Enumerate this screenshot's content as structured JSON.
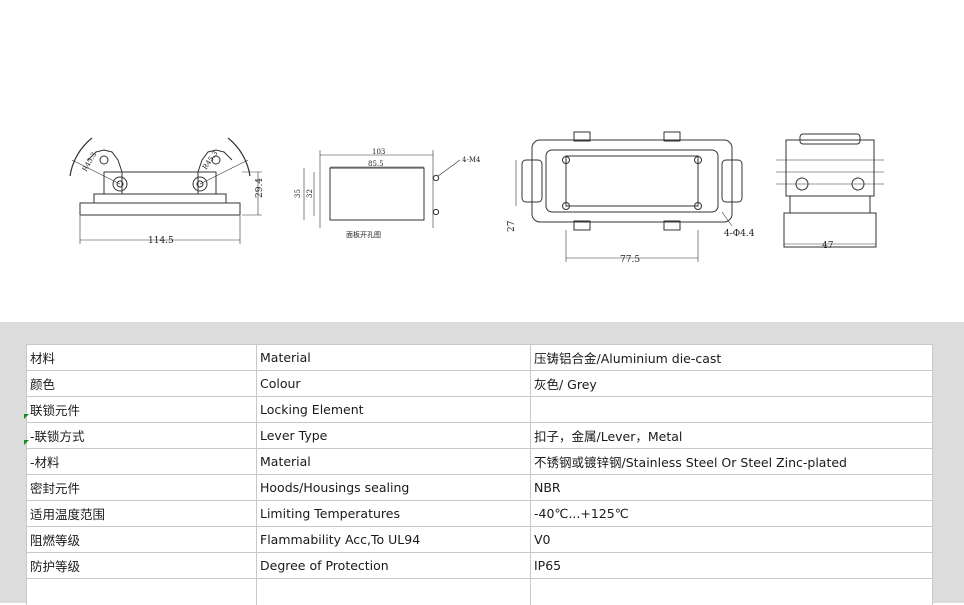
{
  "drawing": {
    "dims": {
      "front_width": "114.5",
      "front_height": "29.4",
      "radius_left": "R45.3",
      "radius_right": "R45.3",
      "panel_width_outer": "103",
      "panel_width_inner": "85.5",
      "panel_height_outer": "35",
      "panel_height_inner": "32",
      "panel_holes": "4-M4",
      "panel_caption": "面板开孔图",
      "top_height": "27",
      "top_width": "77.5",
      "top_holes": "4-Φ4.4",
      "side_width": "47"
    }
  },
  "spec_table": {
    "rows": [
      {
        "cn": "材料",
        "en": "Material",
        "value": "压铸铝合金/Aluminium die-cast",
        "marker": false
      },
      {
        "cn": "颜色",
        "en": "Colour",
        "value": "灰色/ Grey",
        "marker": false
      },
      {
        "cn": "联锁元件",
        "en": "Locking Element",
        "value": "",
        "marker": false
      },
      {
        "cn": " -联锁方式",
        "en": "Lever Type",
        "value": "扣子，金属/Lever，Metal",
        "marker": true
      },
      {
        "cn": " -材料",
        "en": "Material",
        "value": "不锈钢或镀锌钢/Stainless Steel Or Steel Zinc-plated",
        "marker": true
      },
      {
        "cn": "密封元件",
        "en": "Hoods/Housings sealing",
        "value": "NBR",
        "marker": false
      },
      {
        "cn": "适用温度范围",
        "en": "Limiting Temperatures",
        "value": "-40℃...+125℃",
        "marker": false
      },
      {
        "cn": "阻燃等级",
        "en": "Flammability Acc,To UL94",
        "value": "V0",
        "marker": false
      },
      {
        "cn": "防护等级",
        "en": "Degree of Protection",
        "value": "IP65",
        "marker": false
      }
    ]
  }
}
